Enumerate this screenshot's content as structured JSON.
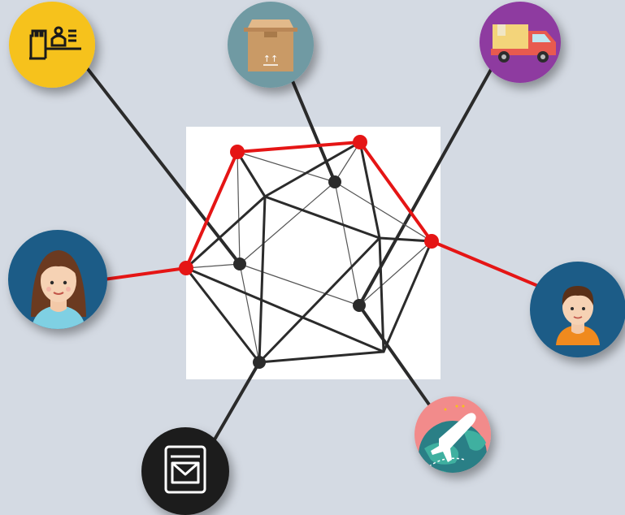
{
  "diagram": {
    "background_color": "#d4dae3",
    "panel_color": "#ffffff",
    "mesh_color": "#2b2b2b",
    "highlight_color": "#e51515",
    "connector_color": "#2b2b2b"
  },
  "participants": [
    {
      "id": "factory",
      "icon": "factory-icon",
      "bg": "#f6c21a",
      "link": "black"
    },
    {
      "id": "package",
      "icon": "package-box-icon",
      "bg": "#6f9aa3",
      "link": "black"
    },
    {
      "id": "truck",
      "icon": "delivery-truck-icon",
      "bg": "#8e3aa0",
      "link": "black"
    },
    {
      "id": "woman",
      "icon": "woman-avatar-icon",
      "bg": "#1a5b87",
      "link": "red"
    },
    {
      "id": "man",
      "icon": "man-avatar-icon",
      "bg": "#1a5b87",
      "link": "red"
    },
    {
      "id": "airmail",
      "icon": "airplane-globe-icon",
      "bg": "#f28b8b",
      "link": "black"
    },
    {
      "id": "mailbox",
      "icon": "mailbox-icon",
      "bg": "#1f1f1f",
      "link": "black"
    }
  ]
}
